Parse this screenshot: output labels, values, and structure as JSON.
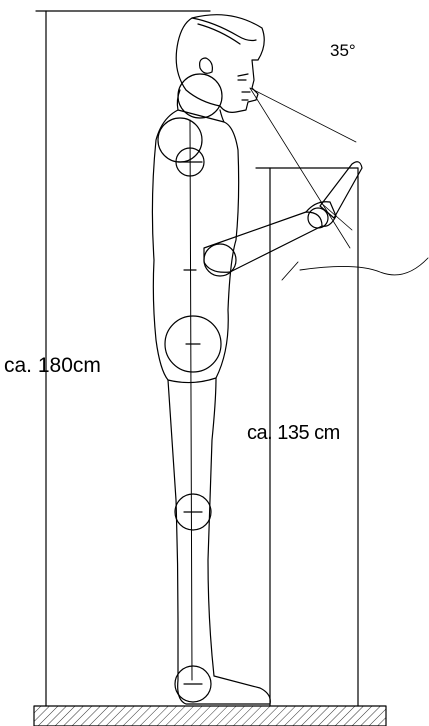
{
  "labels": {
    "body_height": "ca.  180cm",
    "device_height": "ca. 135 cm",
    "view_angle": "35°"
  },
  "colors": {
    "line": "#000000",
    "background": "#ffffff"
  }
}
